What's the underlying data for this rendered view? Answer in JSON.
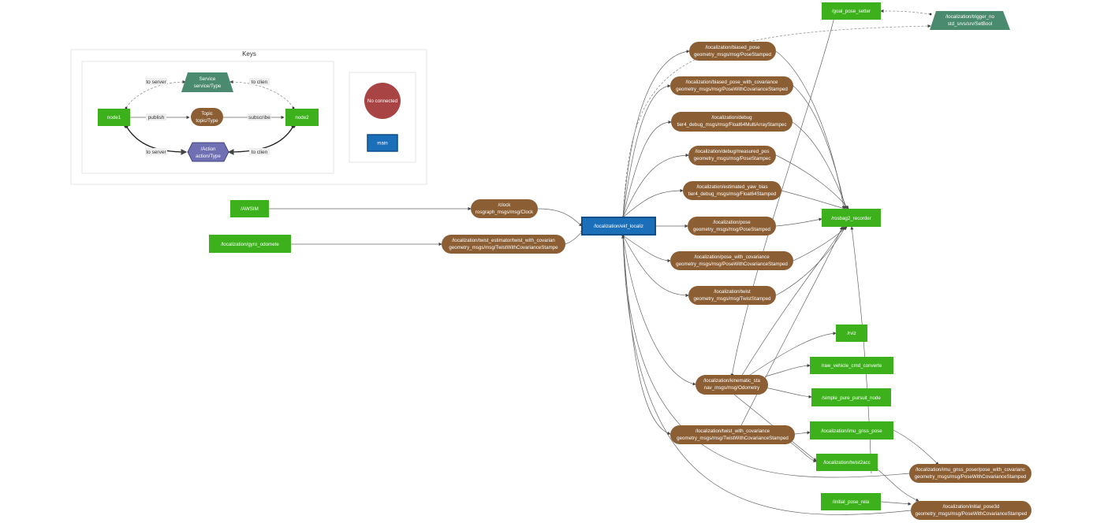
{
  "keys": {
    "title": "Keys",
    "node1": "node1",
    "node2": "node2",
    "service": {
      "name": "Service",
      "type": "service/Type"
    },
    "topic": {
      "name": "Topic",
      "type": "topic/Type"
    },
    "action": {
      "name": "/Action",
      "type": "action/Type"
    },
    "edge_labels": {
      "to_server_top": "to server",
      "to_client_top": "to clien",
      "publish": "publish",
      "subscribe": "subscribe",
      "to_server_bottom": "to server",
      "to_client_bottom": "to clien"
    },
    "no_connected": "No connected",
    "main": "main"
  },
  "colors": {
    "node": "#3cb11c",
    "topic": "#8b5e34",
    "service": "#4a8a6f",
    "action": "#6f6fb3",
    "main": "#1b6fb8",
    "no_connected": "#a84444"
  },
  "nodes": {
    "awsim": "/AWSIM",
    "gyro_odometer": "/localization/gyro_odomete",
    "ekf": "/localization/ekf_localiz",
    "goal_pose_setter": "/goal_pose_setter",
    "rosbag2_recorder": "/rosbag2_recorder",
    "rviz": "/rviz",
    "raw_vehicle_cmd_converter": "/raw_vehicle_cmd_converte",
    "simple_pure_pursuit": "/simple_pure_pursuit_node",
    "imu_gnss_poser": "/localization/imu_gnss_pose",
    "twist2accel": "/localization/twist2acc",
    "initial_pose_relay": "/initial_pose_rela"
  },
  "services": {
    "trigger_node": {
      "name": "/localization/trigger_no",
      "type": "std_srvs/srv/SetBool"
    }
  },
  "topics": {
    "clock": {
      "name": "/clock",
      "type": "rosgraph_msgs/msg/Clock"
    },
    "twist_estimator": {
      "name": "/localization/twist_estimator/twist_with_covarian",
      "type": "geometry_msgs/msg/TwistWithCovarianceStampe"
    },
    "biased_pose": {
      "name": "/localization/biased_pose",
      "type": "geometry_msgs/msg/PoseStamped"
    },
    "biased_pose_cov": {
      "name": "/localization/biased_pose_with_covariance",
      "type": "geometry_msgs/msg/PoseWithCovarianceStamped"
    },
    "debug": {
      "name": "/localization/debug",
      "type": "tier4_debug_msgs/msg/Float64MultiArrayStampec"
    },
    "debug_measured": {
      "name": "/localization/debug/measured_pos",
      "type": "geometry_msgs/msg/PoseStampec"
    },
    "estimated_yaw_bias": {
      "name": "/localization/estimated_yaw_bias",
      "type": "tier4_debug_msgs/msg/Float64Stamped"
    },
    "pose": {
      "name": "/localization/pose",
      "type": "geometry_msgs/msg/PoseStamped"
    },
    "pose_cov": {
      "name": "/localization/pose_with_covariance",
      "type": "geometry_msgs/msg/PoseWithCovarianceStamped"
    },
    "twist": {
      "name": "/localization/twist",
      "type": "geometry_msgs/msg/TwistStamped"
    },
    "kinematic_state": {
      "name": "/localization/kinematic_sta",
      "type": "nav_msgs/msg/Odometry"
    },
    "twist_cov": {
      "name": "/localization/twist_with_covariance",
      "type": "geometry_msgs/msg/TwistWithCovarianceStamped"
    },
    "imu_gnss_pose_cov": {
      "name": "/localization/imu_gnss_poser/pose_with_covarianc",
      "type": "geometry_msgs/msg/PoseWithCovarianceStamped"
    },
    "initial_pose3d": {
      "name": "/localization/initial_pose3d",
      "type": "geometry_msgs/msg/PoseWithCovarianceStamped"
    }
  }
}
